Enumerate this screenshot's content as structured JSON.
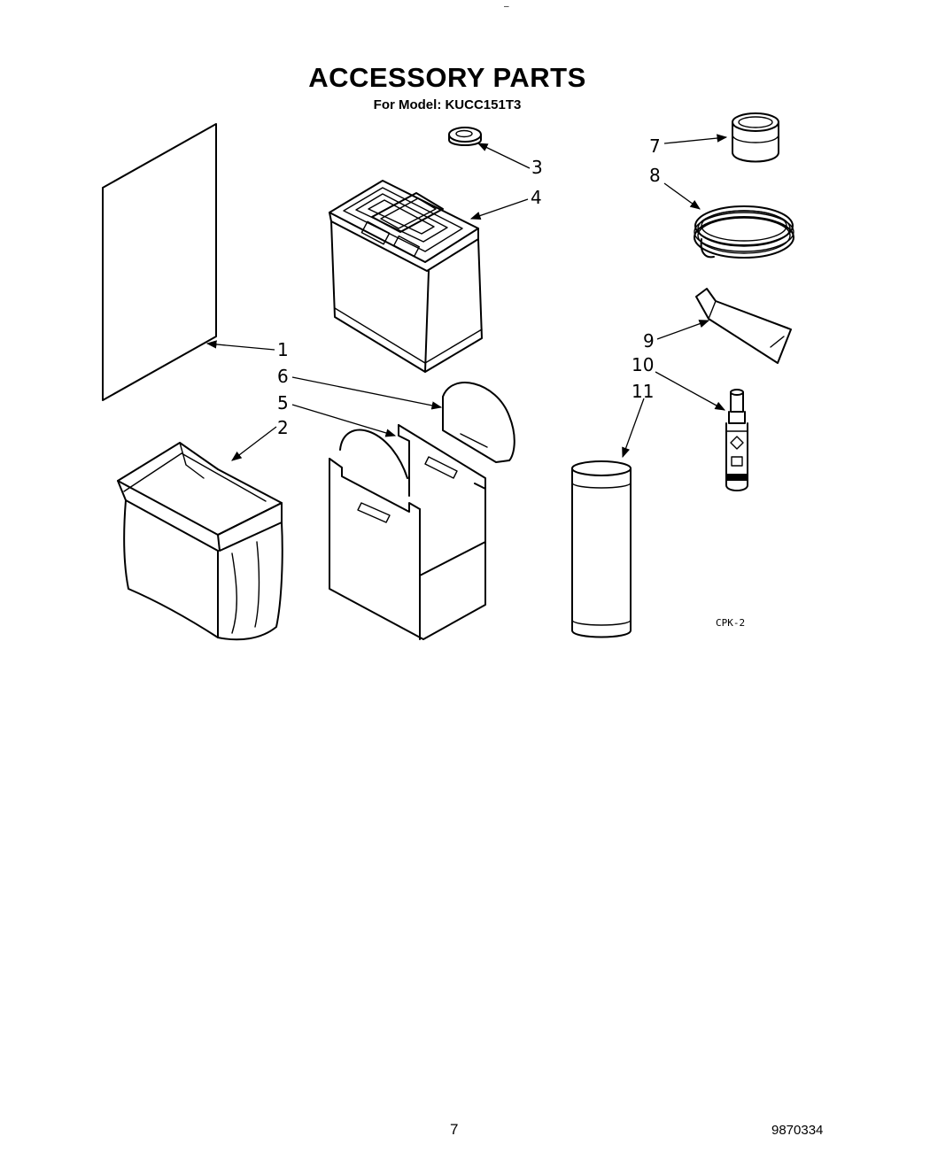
{
  "header": {
    "top_mark": "–",
    "title": "ACCESSORY PARTS",
    "subtitle": "For Model: KUCC151T3"
  },
  "diagram": {
    "code": "CPK-2",
    "callouts": [
      "1",
      "2",
      "3",
      "4",
      "5",
      "6",
      "7",
      "8",
      "9",
      "10",
      "11"
    ]
  },
  "footer": {
    "page_number": "7",
    "document_number": "9870334"
  }
}
